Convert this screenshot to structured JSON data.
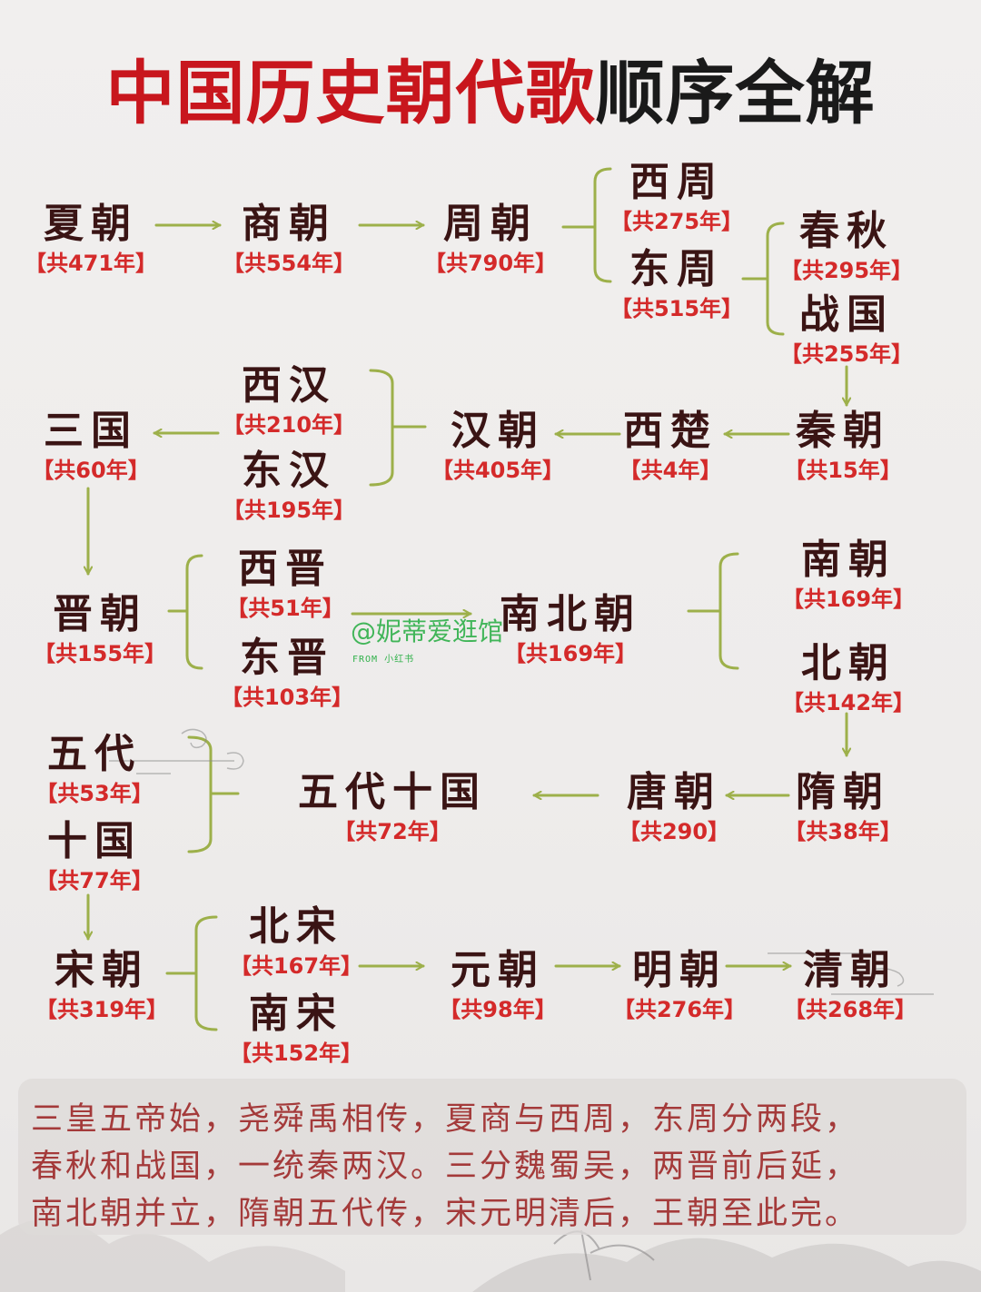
{
  "title": {
    "red": "中国历史朝代歌",
    "black": "顺序全解"
  },
  "nodes": {
    "xia": {
      "name": "夏朝",
      "years": "【共471年】"
    },
    "shang": {
      "name": "商朝",
      "years": "【共554年】"
    },
    "zhou": {
      "name": "周朝",
      "years": "【共790年】"
    },
    "xizhou": {
      "name": "西周",
      "years": "【共275年】"
    },
    "dongzhou": {
      "name": "东周",
      "years": "【共515年】"
    },
    "chunqiu": {
      "name": "春秋",
      "years": "【共295年】"
    },
    "zhanguo": {
      "name": "战国",
      "years": "【共255年】"
    },
    "qin": {
      "name": "秦朝",
      "years": "【共15年】"
    },
    "xichu": {
      "name": "西楚",
      "years": "【共4年】"
    },
    "han": {
      "name": "汉朝",
      "years": "【共405年】"
    },
    "xihan": {
      "name": "西汉",
      "years": "【共210年】"
    },
    "donghan": {
      "name": "东汉",
      "years": "【共195年】"
    },
    "sanguo": {
      "name": "三国",
      "years": "【共60年】"
    },
    "jin": {
      "name": "晋朝",
      "years": "【共155年】"
    },
    "xijin": {
      "name": "西晋",
      "years": "【共51年】"
    },
    "dongjin": {
      "name": "东晋",
      "years": "【共103年】"
    },
    "nanbeichao": {
      "name": "南北朝",
      "years": "【共169年】"
    },
    "nanchao": {
      "name": "南朝",
      "years": "【共169年】"
    },
    "beichao": {
      "name": "北朝",
      "years": "【共142年】"
    },
    "sui": {
      "name": "隋朝",
      "years": "【共38年】"
    },
    "tang": {
      "name": "唐朝",
      "years": "【共290】"
    },
    "wudaishiguo": {
      "name": "五代十国",
      "years": "【共72年】"
    },
    "wudai": {
      "name": "五代",
      "years": "【共53年】"
    },
    "shiguo": {
      "name": "十国",
      "years": "【共77年】"
    },
    "song": {
      "name": "宋朝",
      "years": "【共319年】"
    },
    "beisong": {
      "name": "北宋",
      "years": "【共167年】"
    },
    "nansong": {
      "name": "南宋",
      "years": "【共152年】"
    },
    "yuan": {
      "name": "元朝",
      "years": "【共98年】"
    },
    "ming": {
      "name": "明朝",
      "years": "【共276年】"
    },
    "qing": {
      "name": "清朝",
      "years": "【共268年】"
    }
  },
  "poem": [
    "三皇五帝始，尧舜禹相传，夏商与西周，东周分两段，",
    "春秋和战国，一统秦两汉。三分魏蜀吴，两晋前后延，",
    "南北朝并立，隋朝五代传，宋元明清后，王朝至此完。"
  ],
  "watermark": {
    "main": "@妮蒂爱逛馆",
    "sub": "FROM 小红书"
  },
  "colors": {
    "title_red": "#c8161d",
    "title_black": "#1a1a1a",
    "name": "#3a1414",
    "years": "#d42a2a",
    "connector": "#9db04a",
    "poem": "#a43a3a"
  }
}
